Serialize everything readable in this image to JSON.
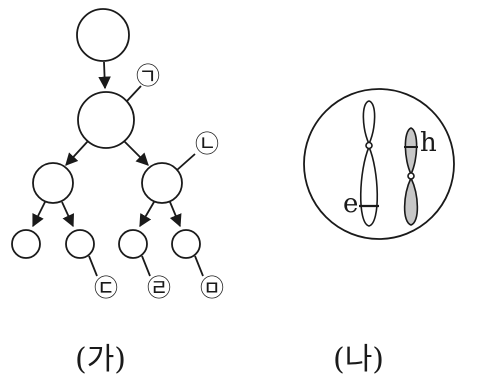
{
  "panel_a": {
    "caption": "(가)",
    "labels": {
      "giyeok": "㉠",
      "nieun": "㉡",
      "digeut": "㉢",
      "rieul": "㉣",
      "mieum": "㉤"
    }
  },
  "panel_b": {
    "caption": "(나)",
    "allele_e": "e",
    "allele_h": "h"
  }
}
